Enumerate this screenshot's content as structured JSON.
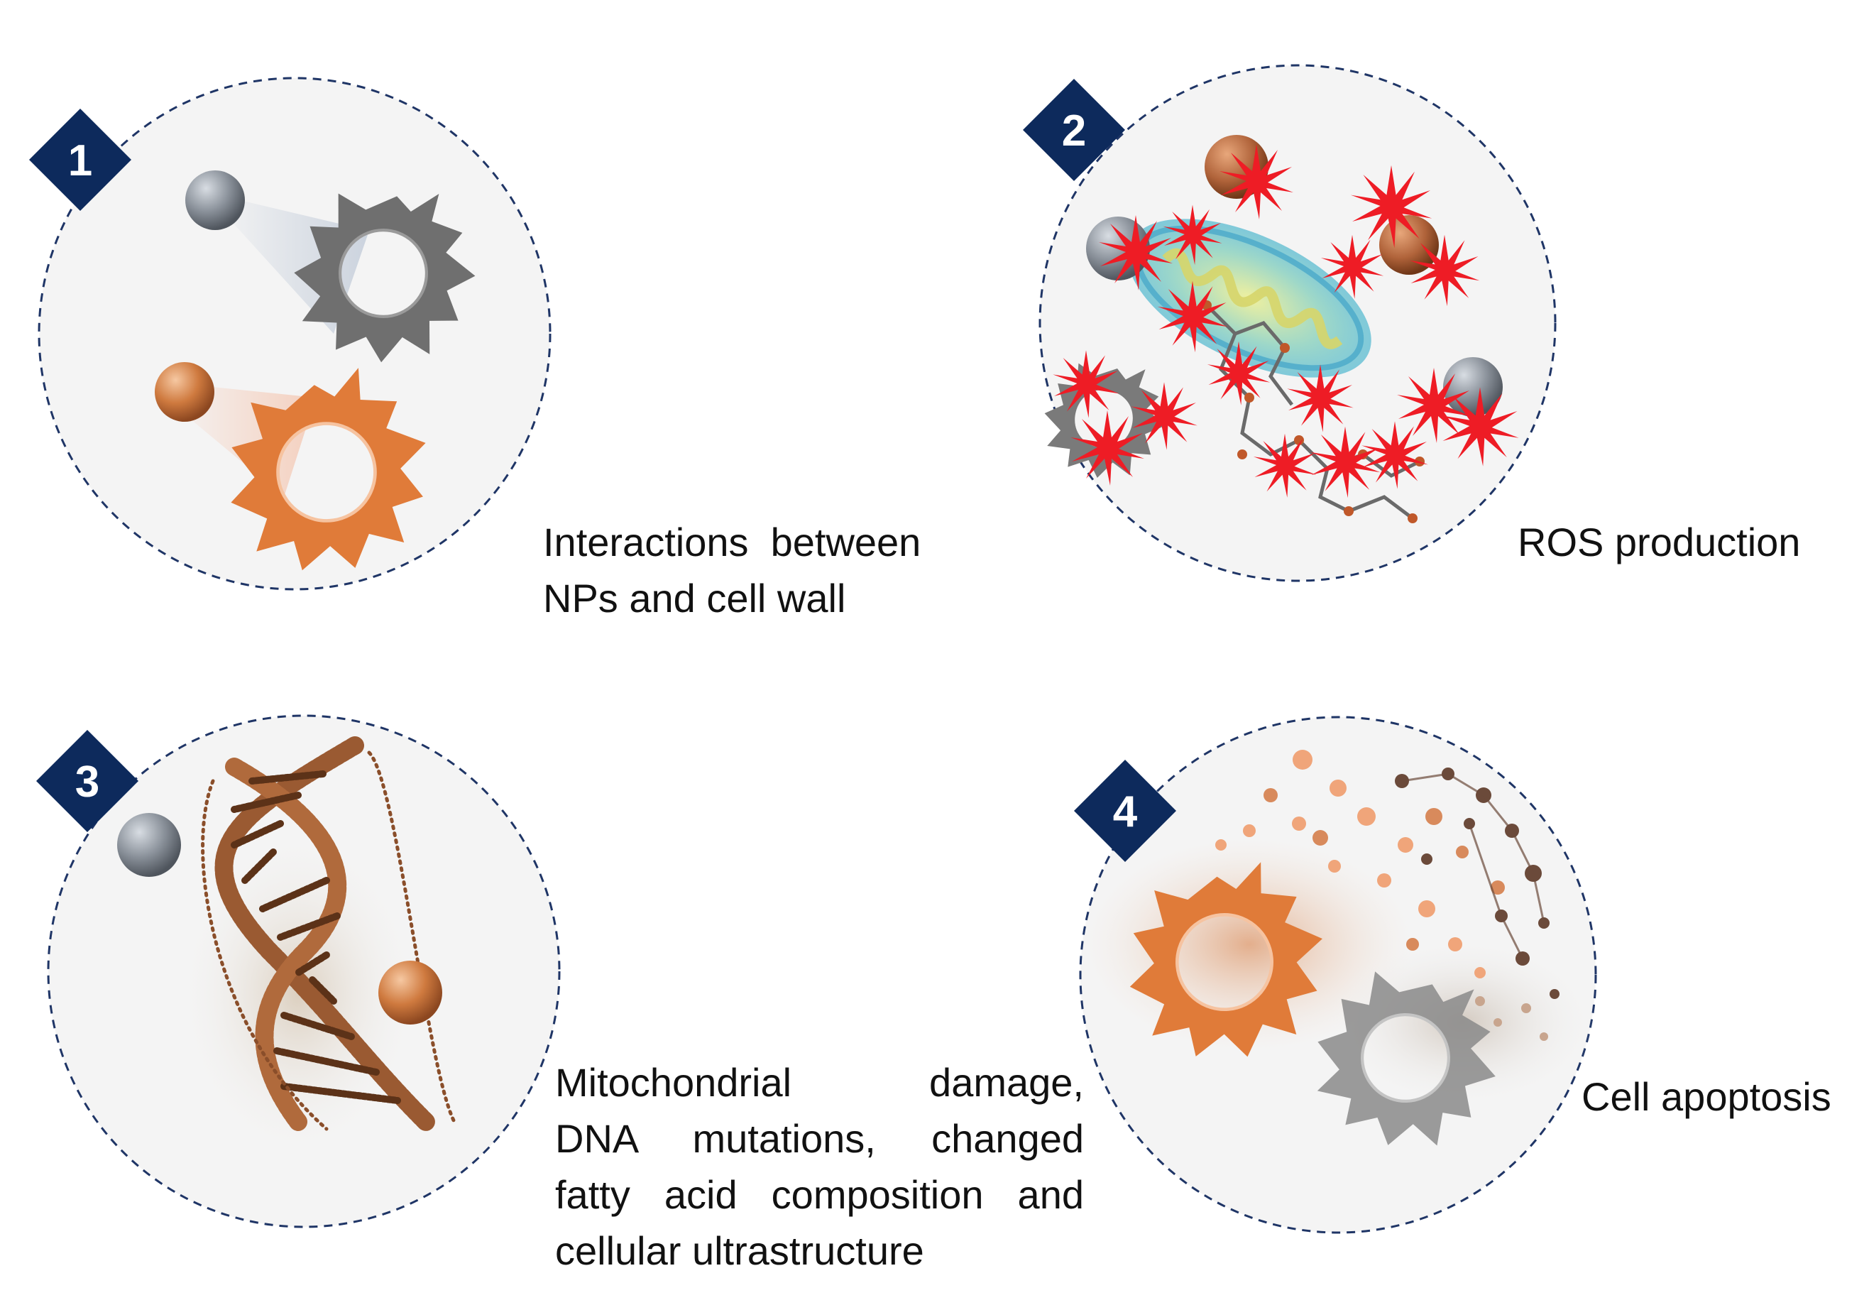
{
  "steps": [
    {
      "number": "1",
      "caption_lines": [
        "Interactions  between",
        "NPs and cell wall"
      ]
    },
    {
      "number": "2",
      "caption_lines": [
        "ROS production"
      ]
    },
    {
      "number": "3",
      "caption_lines": [
        "Mitochondrial damage,",
        "DNA mutations, changed",
        "fatty acid composition and",
        "cellular ultrastructure"
      ]
    },
    {
      "number": "4",
      "caption_lines": [
        "Cell apoptosis"
      ]
    }
  ],
  "colors": {
    "badge": "#0d2a5c",
    "circle_border": "#1f3566",
    "circle_fill": "#f4f4f4",
    "np_grey": "#8a9099",
    "np_copper": "#c8743e",
    "cell_orange": "#e07b39",
    "cell_grey": "#7d7d7d",
    "ros_red": "#ee1c25",
    "mitochondrion": "#7cc7d8",
    "dna_brown": "#9a5a32"
  },
  "icons": [
    "grey-nanoparticle-icon",
    "copper-nanoparticle-icon",
    "cell-wall-icon",
    "ros-burst-icon",
    "mitochondrion-icon",
    "dna-helix-icon"
  ]
}
